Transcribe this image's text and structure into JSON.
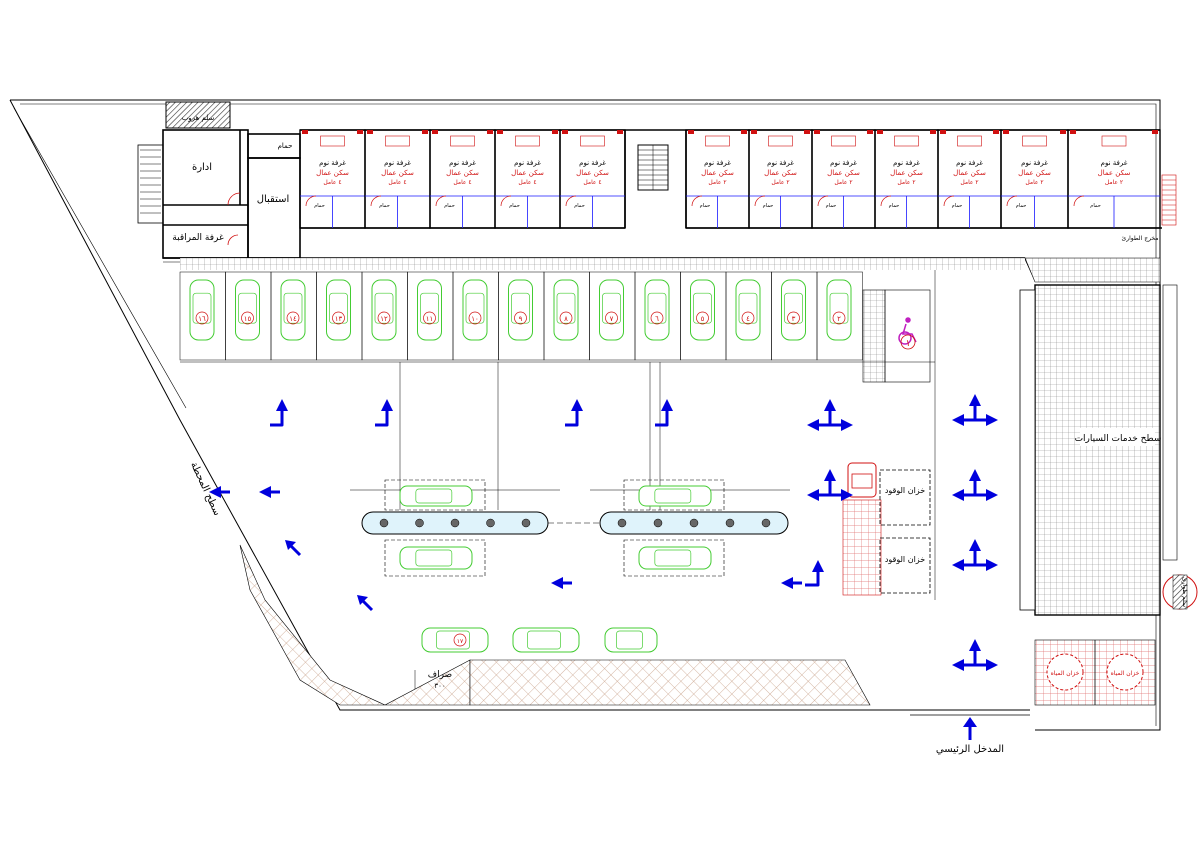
{
  "rooms": {
    "admin": "ادارة",
    "reception": "استقبال",
    "monitoring": "غرفة المراقبة",
    "staircase_top": "سلم هروب",
    "wc": "حمام",
    "cars_service_roof": "سطح خدمات السيارات",
    "fuel_tank": "خزان الوقود",
    "cashier": "صراف",
    "main_entrance": "المدخل الرئيسي",
    "road_ramp": "سطح المحطة",
    "emergency_exit": "مخرج الطوارئ",
    "emergency_stair": "سلم طوارئ",
    "water_tank": "خزان المياه"
  },
  "dorm": {
    "title": "غرفة نوم",
    "subtitle": "سكن عمال",
    "capacity_small": "٤ عامل",
    "capacity_large": "٢ عامل",
    "bath": "حمام"
  },
  "parking_numbers": [
    "١٦",
    "١٥",
    "١٤",
    "١٣",
    "١٢",
    "١١",
    "١٠",
    "٩",
    "٨",
    "٧",
    "٦",
    "٥",
    "٤",
    "٣",
    "٢"
  ],
  "accessible_spot_number": "١",
  "pump_car_number": "١٧",
  "dimension_cashier": "٣٠٠",
  "colors": {
    "wall": "#000000",
    "partition": "#1a1aff",
    "dimension": "#00a0d8",
    "car": "#44cc33",
    "red_text": "#d01010",
    "arrow": "#0000dd",
    "pavement": "#c9a28a",
    "tile": "#9a9a9a"
  }
}
